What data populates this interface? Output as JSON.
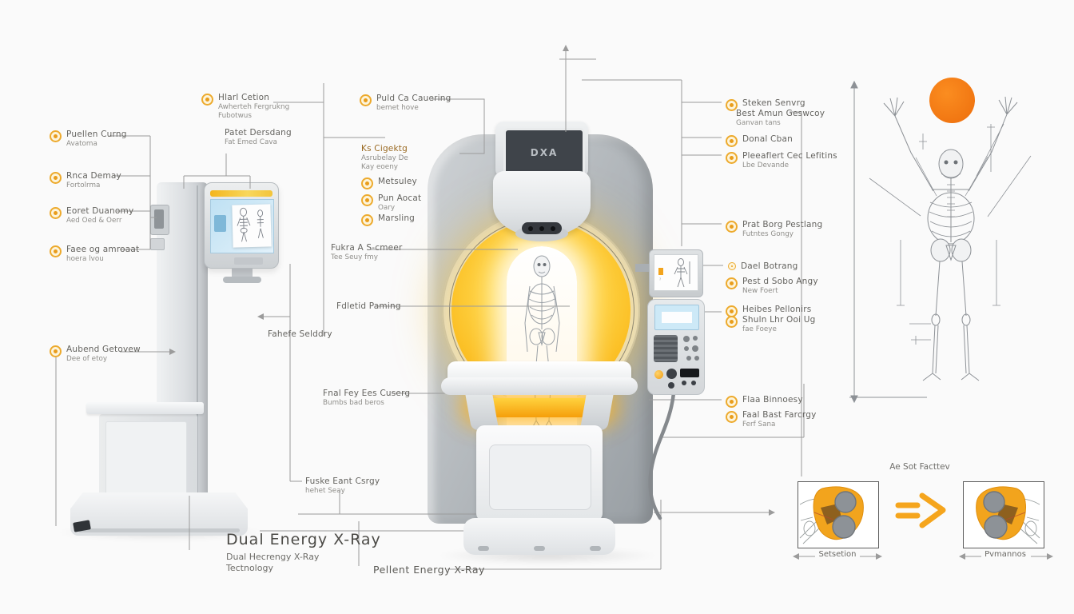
{
  "machine_badge": "DXA",
  "headline": {
    "title": "Dual Energy X-Ray",
    "sub1": "Dual Hecrengy X-Ray",
    "sub2": "Tectnology",
    "patient_label": "Pellent Energy X-Ray"
  },
  "callouts": {
    "left": [
      {
        "title": "Hlarl Cetion",
        "sub": "Awherteh Fergrukng",
        "sub2": "Fubotwus"
      },
      {
        "title": "Patet Dersdang",
        "sub": "Fat Emed Cava"
      },
      {
        "title": "Puellen Curng",
        "sub": "Avatoma"
      },
      {
        "title": "Rnca Demay",
        "sub": "Fortolrma"
      },
      {
        "title": "Eoret Duanomy",
        "sub": "Aed Oed & Oerr"
      },
      {
        "title": "Faee og amroaat",
        "sub": "hoera lvou"
      },
      {
        "title": "Aubend Getovew",
        "sub": "Dee of etoy"
      }
    ],
    "center": [
      {
        "title": "Puld Ca Cauering",
        "sub": "bemet hove"
      },
      {
        "title": "Ks Cigektg",
        "sub": "Asrubelay De",
        "sub2": "Kay eoeny"
      },
      {
        "title": "Metsuley"
      },
      {
        "title": "Pun Aocat",
        "sub": "Oary"
      },
      {
        "title": "Marsling"
      },
      {
        "title": "Fukra A S-cmeer",
        "sub": "Tee Seuy fmy"
      },
      {
        "title": "Fdletid Paming"
      },
      {
        "title": "Fahefe Selddry"
      },
      {
        "title": "Fnal Fey Ees Cuserg",
        "sub": "Bumbs bad beros"
      },
      {
        "title": "Fuske Eant Csrgy",
        "sub": "hehet Seay"
      }
    ],
    "right": [
      {
        "title": "Steken Senvrg"
      },
      {
        "title": "Best Amun Geswcoy",
        "sub": "Ganvan tans"
      },
      {
        "title": "Donal Cban"
      },
      {
        "title": "Pleeaflert Cec Lefitins",
        "sub": "Lbe Devande"
      },
      {
        "title": "Prat Borg Pestlang",
        "sub": "Futntes Gongy"
      },
      {
        "title": "Dael Botrang"
      },
      {
        "title": "Pest d Sobo Angy",
        "sub": "New Foert"
      },
      {
        "title": "Heibes Pellonirs"
      },
      {
        "title": "Shuln Lhr Ooi Ug",
        "sub": "fae Foeye"
      },
      {
        "title": "Flaa Binnoesy"
      },
      {
        "title": "Faal Bast Farcrgy",
        "sub": "Ferf Sana"
      }
    ]
  },
  "comparison": {
    "title": "Ae Sot Facttev",
    "left_label": "Setsetion",
    "right_label": "Pvmannos"
  },
  "icons": {
    "callout_bullet": "circle-dot-icon",
    "comparison_arrow": "double-chevron-right-icon",
    "sun_marker": "orange-disc-icon"
  },
  "colors": {
    "accent_orange": "#ee720e",
    "bore_yellow": "#fcc21f",
    "icon_ring": "#edaa2d",
    "machine_gray": "#a9aeb3",
    "line_gray": "#9b9b9b"
  }
}
